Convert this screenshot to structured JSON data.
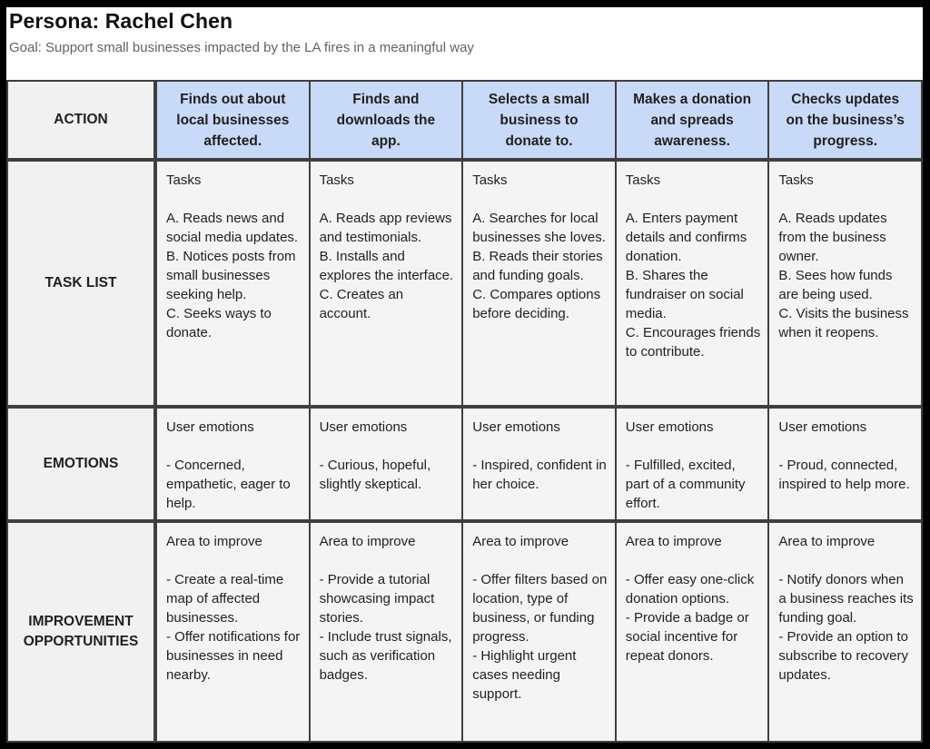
{
  "header": {
    "title": "Persona: Rachel Chen",
    "goal": "Goal: Support small businesses impacted by the LA fires in a meaningful way"
  },
  "row_labels": {
    "action": "ACTION",
    "task_list": "TASK LIST",
    "emotions": "EMOTIONS",
    "improvements": "IMPROVEMENT OPPORTUNITIES"
  },
  "cell_labels": {
    "tasks": "Tasks",
    "emotions": "User emotions",
    "improve": "Area to improve"
  },
  "columns": [
    {
      "action": "Finds out about local businesses affected.",
      "tasks": [
        "A. Reads news and social media updates.",
        "B. Notices posts from small businesses seeking help.",
        "C. Seeks ways to donate."
      ],
      "emotion": "- Concerned, empathetic, eager to help.",
      "improvements": [
        "- Create a real-time map of affected businesses.",
        "- Offer notifications for businesses in need nearby."
      ]
    },
    {
      "action": "Finds and downloads the app.",
      "tasks": [
        "A. Reads app reviews and testimonials.",
        "B. Installs and explores the interface.",
        "C. Creates an account."
      ],
      "emotion": "- Curious, hopeful, slightly skeptical.",
      "improvements": [
        "- Provide a tutorial showcasing impact stories.",
        "- Include trust signals, such as verification badges."
      ]
    },
    {
      "action": "Selects a small business to donate to.",
      "tasks": [
        "A. Searches for local businesses she loves.",
        "B. Reads their stories and funding goals.",
        "C. Compares options before deciding."
      ],
      "emotion": "- Inspired, confident in her choice.",
      "improvements": [
        "- Offer filters based on location, type of business, or funding progress.",
        "- Highlight urgent cases needing support."
      ]
    },
    {
      "action": "Makes a donation and spreads awareness.",
      "tasks": [
        "A. Enters payment details and confirms donation.",
        "B. Shares the fundraiser on social media.",
        "C. Encourages friends to contribute."
      ],
      "emotion": "- Fulfilled, excited, part of a community effort.",
      "improvements": [
        "- Offer easy one-click donation options.",
        "- Provide a badge or social incentive for repeat donors."
      ]
    },
    {
      "action": "Checks updates on the business’s progress.",
      "tasks": [
        "A. Reads updates from the business owner.",
        "B. Sees how funds are being used.",
        "C. Visits the business when it reopens."
      ],
      "emotion": "- Proud, connected, inspired to help more.",
      "improvements": [
        "- Notify donors when a business reaches its funding goal.",
        "- Provide an option to subscribe to recovery updates."
      ]
    }
  ],
  "colors": {
    "frame": "#000000",
    "page_bg": "#ffffff",
    "header_cell_bg": "#c9daf8",
    "label_cell_bg": "#f1f1f1",
    "body_cell_bg": "#f4f4f4",
    "table_border": "#3f3f3f",
    "subtitle_text": "#5f6368",
    "body_text": "#1f1f1f"
  }
}
